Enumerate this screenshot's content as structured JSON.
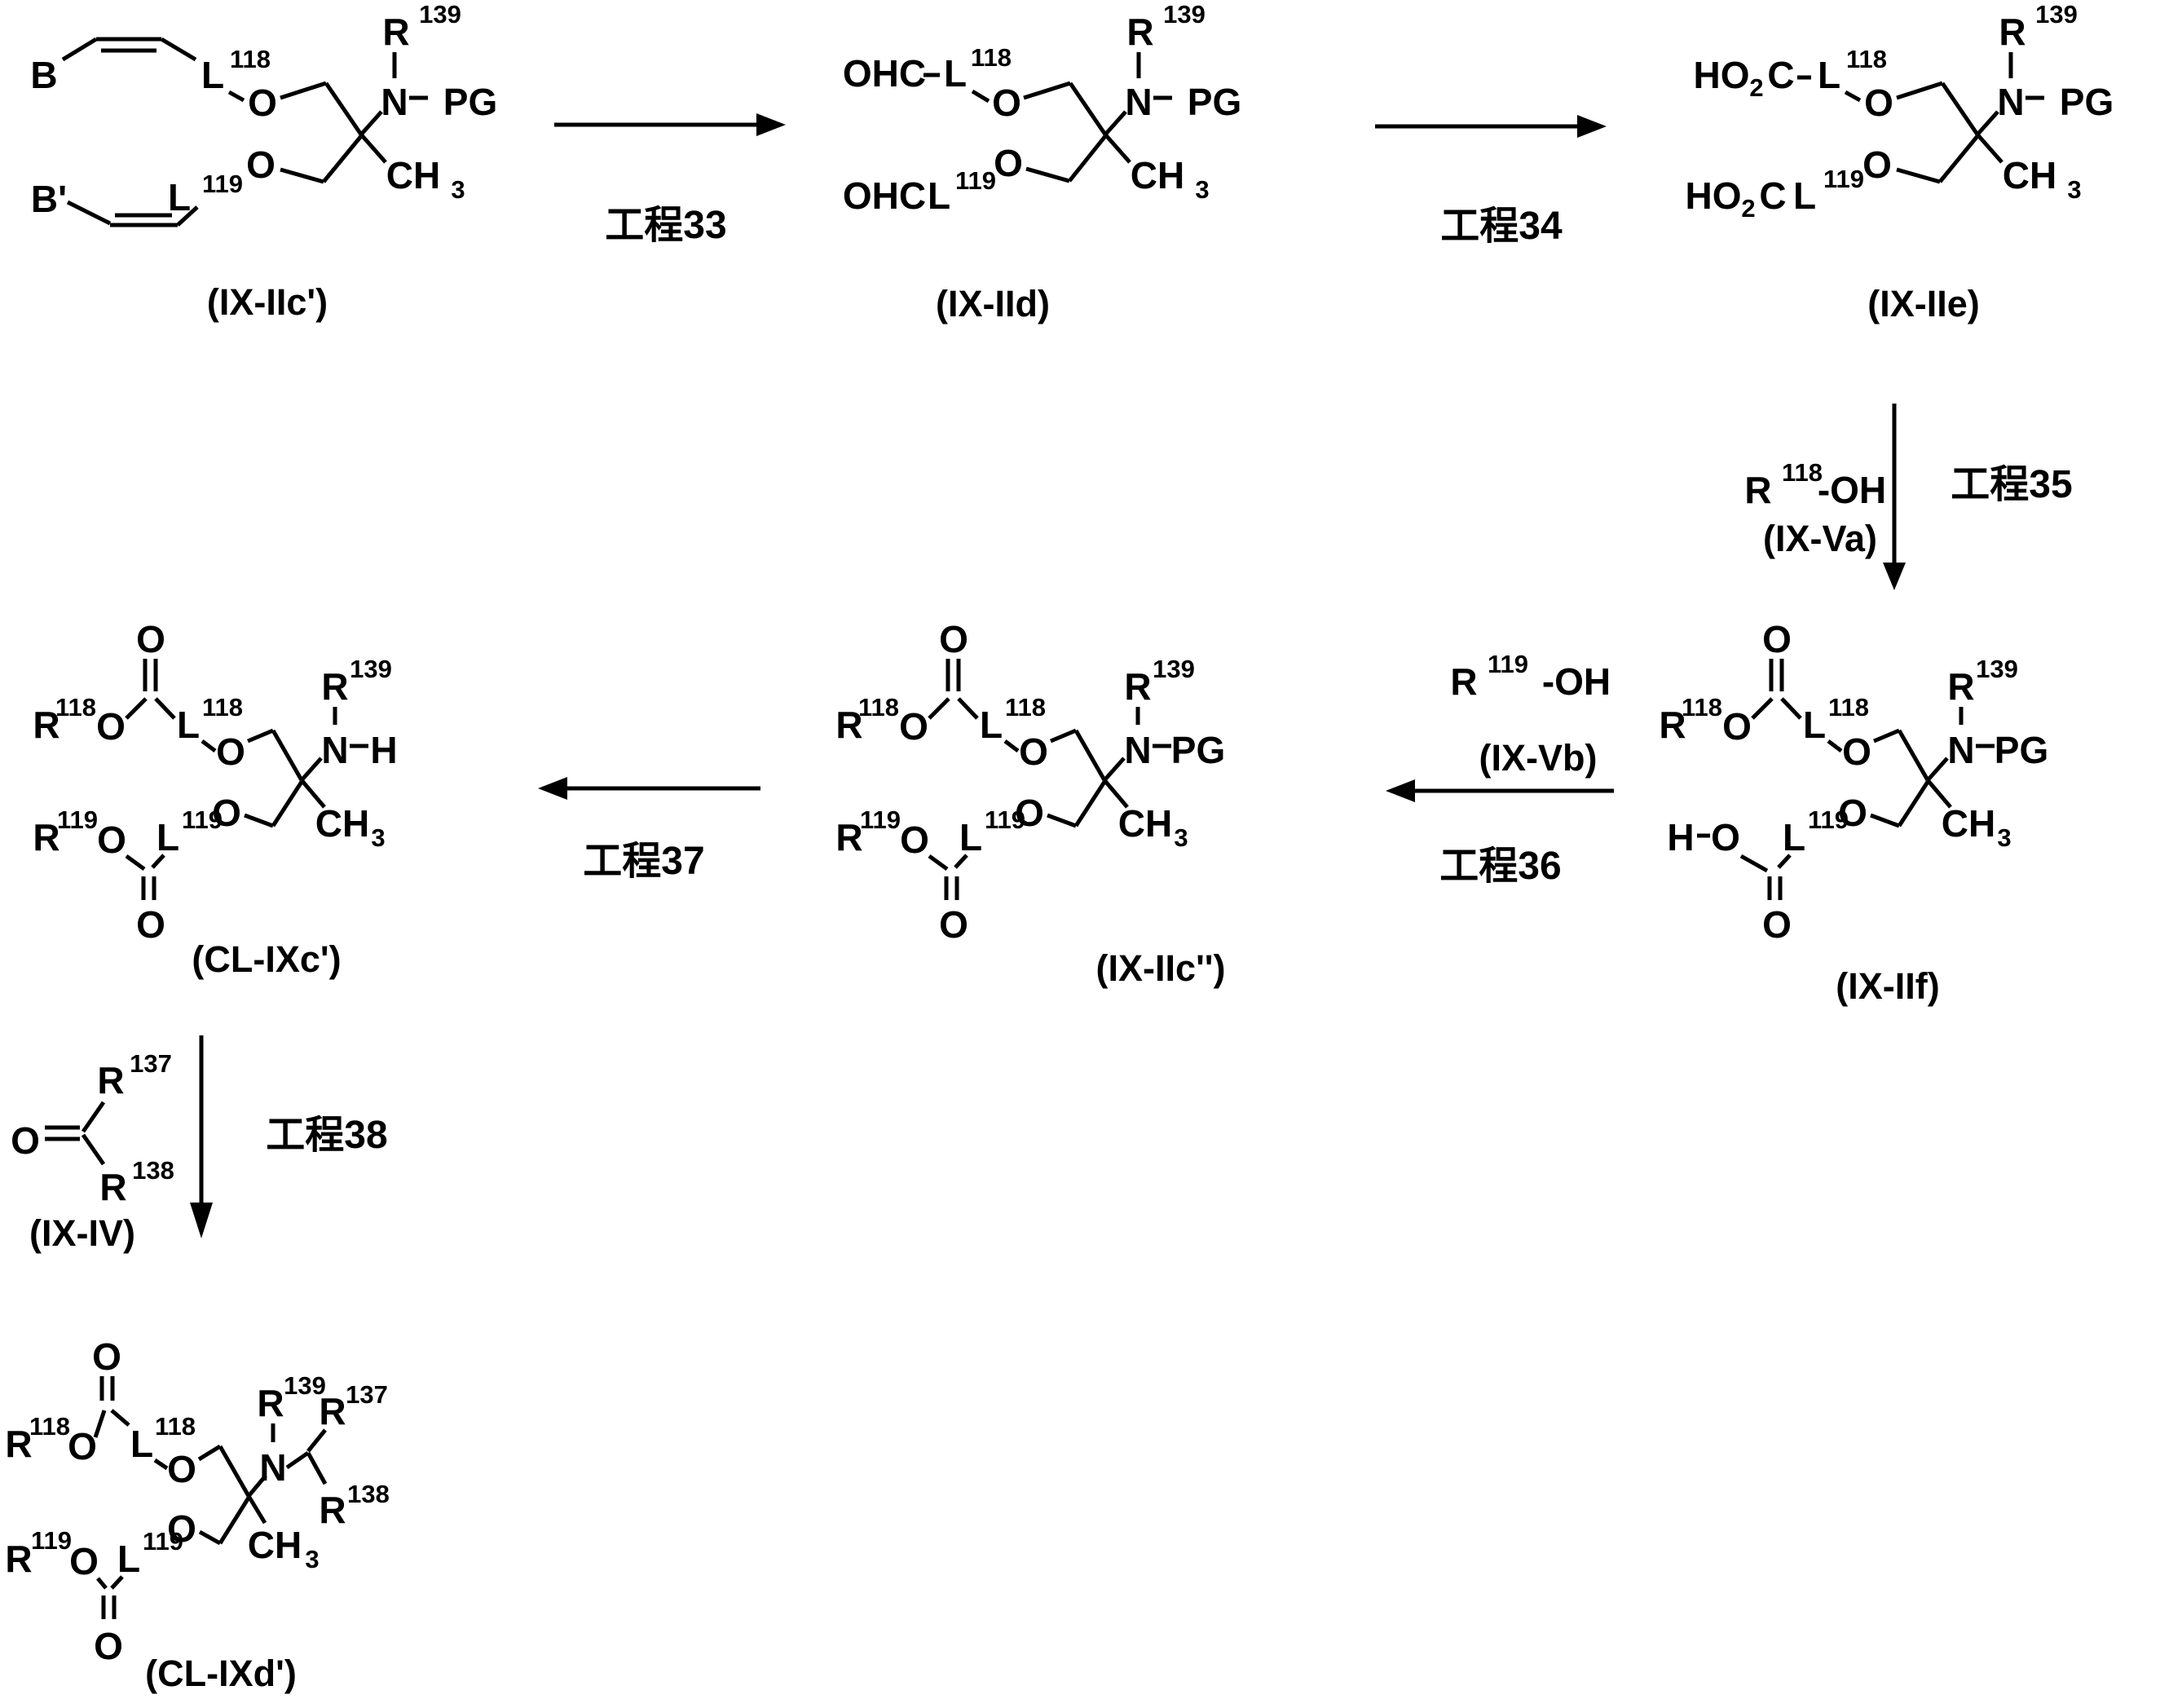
{
  "tokens": {
    "B": "B",
    "B_prime": "B'",
    "L": "L",
    "sup118": "118",
    "sup119": "119",
    "sup137": "137",
    "sup138": "138",
    "sup139": "139",
    "O": "O",
    "N": "N",
    "PG": "PG",
    "R": "R",
    "H": "H",
    "C": "C",
    "CH": "CH",
    "sub3": "3",
    "sub2": "2",
    "OHC": "OHC",
    "HO": "HO"
  },
  "structures": {
    "ix_iic1": {
      "label": "(IX-IIc')"
    },
    "ix_iid": {
      "label": "(IX-IId)"
    },
    "ix_iie": {
      "label": "(IX-IIe)"
    },
    "ix_iif": {
      "label": "(IX-IIf)"
    },
    "ix_iic2": {
      "label": "(IX-IIc'')"
    },
    "cl_ixc": {
      "label": "(CL-IXc')"
    },
    "ix_iv": {
      "label": "(IX-IV)"
    },
    "cl_ixd": {
      "label": "(CL-IXd')"
    }
  },
  "steps": {
    "step33": "工程33",
    "step34": "工程34",
    "step35": "工程35",
    "step36": "工程36",
    "step37": "工程37",
    "step38": "工程38"
  },
  "reagents": {
    "va": {
      "r": "R",
      "sup": "118",
      "oh": "-OH",
      "label": "(IX-Va)"
    },
    "vb": {
      "r": "R",
      "sup": "119",
      "oh": "-OH",
      "label": "(IX-Vb)"
    }
  },
  "colors": {
    "ink": "#000000",
    "background": "#ffffff"
  }
}
